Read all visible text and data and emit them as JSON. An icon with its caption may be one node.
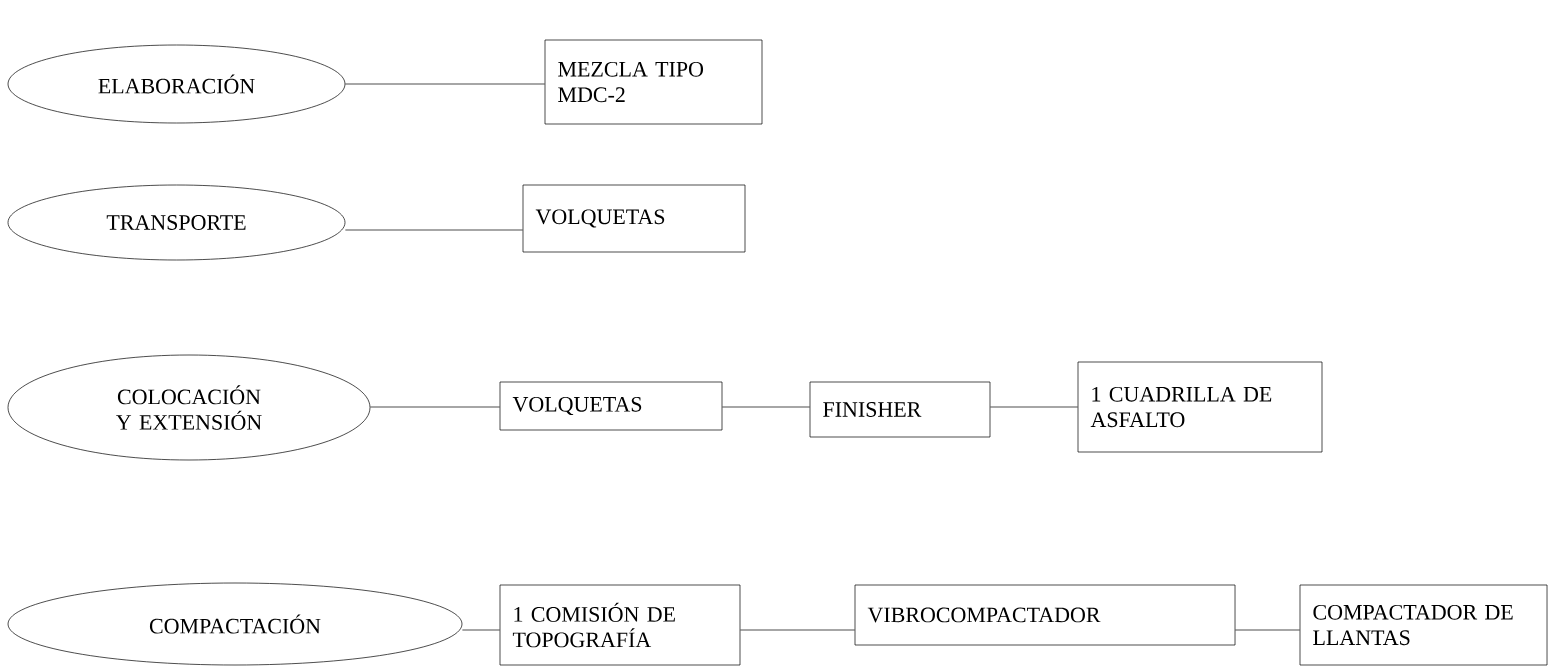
{
  "diagram": {
    "nodes": [
      {
        "text": [
          "ELABORACIÓN"
        ]
      },
      {
        "text": [
          "MEZCLA TIPO MDC-2"
        ]
      },
      {
        "text": [
          "TRANSPORTE"
        ]
      },
      {
        "text": [
          "VOLQUETAS"
        ]
      },
      {
        "text": [
          "COLOCACIÓN Y EXTENSIÓN"
        ]
      },
      {
        "text": [
          "VOLQUETAS"
        ]
      },
      {
        "text": [
          "FINISHER"
        ]
      },
      {
        "text": [
          "1 CUADRILLA DE ASFALTO"
        ]
      },
      {
        "text": [
          "COMPACTACIÓN"
        ]
      },
      {
        "text": [
          "1 COMISIÓN DE TOPOGRAFÍA"
        ]
      },
      {
        "text": [
          "VIBROCOMPACTADOR"
        ]
      },
      {
        "text": [
          "COMPACTADOR DE LLANTAS"
        ]
      }
    ],
    "edges": [
      {
        "from": 0,
        "to": 1,
        "arrow": "none"
      },
      {
        "from": 2,
        "to": 3,
        "arrow": "none"
      },
      {
        "from": 4,
        "to": 5,
        "arrow": "none"
      },
      {
        "from": 5,
        "to": 6,
        "arrow": "none"
      },
      {
        "from": 6,
        "to": 7,
        "arrow": "none"
      },
      {
        "from": 8,
        "to": 9,
        "arrow": "none"
      },
      {
        "from": 9,
        "to": 10,
        "arrow": "none"
      },
      {
        "from": 10,
        "to": 11,
        "arrow": "none"
      }
    ]
  }
}
